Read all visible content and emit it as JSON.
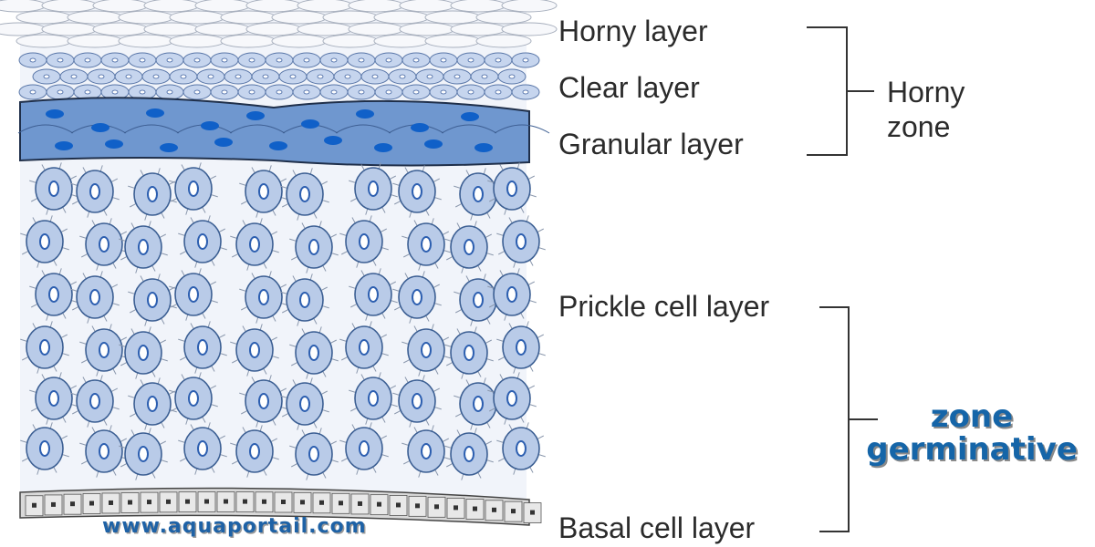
{
  "layers": {
    "horny_layer": "Horny layer",
    "clear_layer": "Clear layer",
    "granular_layer": "Granular layer",
    "prickle_cell_layer": "Prickle cell layer",
    "basal_cell_layer": "Basal cell layer"
  },
  "zones": {
    "horny_zone_line1": "Horny",
    "horny_zone_line2": "zone",
    "germinative_line1": "zone",
    "germinative_line2": "germinative"
  },
  "watermark": "www.aquaportail.com",
  "colors": {
    "cell_fill": "#b9cbe8",
    "cell_outline": "#3c5f93",
    "granular_band": "#6f97cf",
    "granule": "#1060c8",
    "label_text": "#2b2b2b",
    "germinative_text": "#1565a8"
  }
}
